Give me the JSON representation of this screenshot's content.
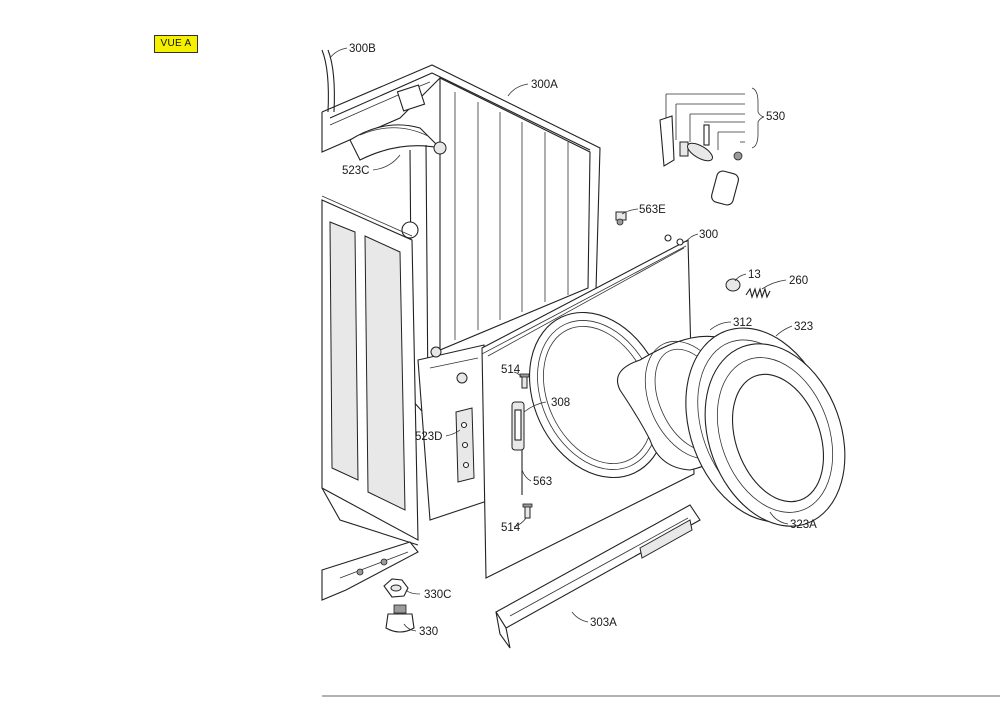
{
  "view_tag": "VUE A",
  "colors": {
    "view_tag_bg": "#f5f000",
    "line": "#222222",
    "background": "#ffffff"
  },
  "labels": {
    "p300B": "300B",
    "p300A": "300A",
    "p523C": "523C",
    "p530": "530",
    "p563E": "563E",
    "p300": "300",
    "p13": "13",
    "p260": "260",
    "p312": "312",
    "p323": "323",
    "p514a": "514",
    "p308": "308",
    "p523D": "523D",
    "p563": "563",
    "p514b": "514",
    "p323A": "323A",
    "p330C": "330C",
    "p330": "330",
    "p303A": "303A"
  }
}
